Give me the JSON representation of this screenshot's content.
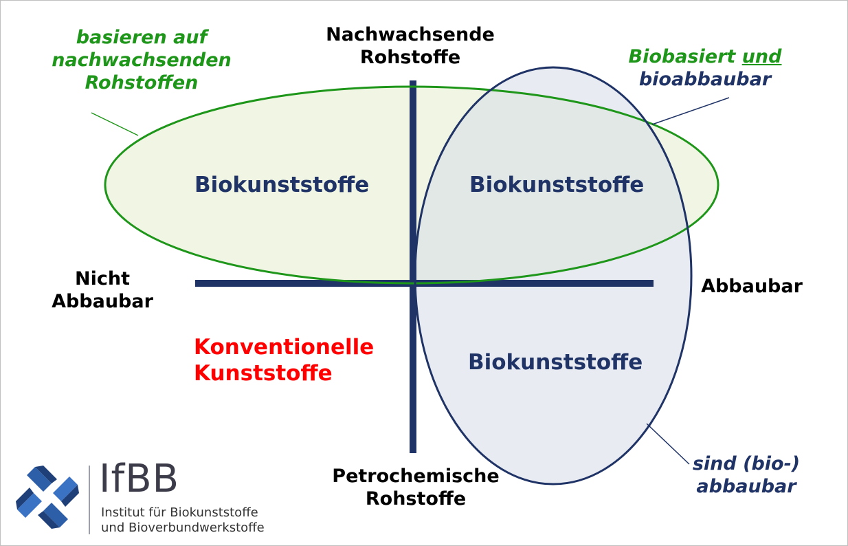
{
  "axes": {
    "top": "Nachwachsende\nRohstoffe",
    "bottom": "Petrochemische\nRohstoffe",
    "left": "Nicht\nAbbaubar",
    "right": "Abbaubar"
  },
  "regions": {
    "biobased": "Biokunststoffe",
    "biobased_degradable": "Biokunststoffe",
    "degradable": "Biokunststoffe",
    "conventional": "Konventionelle\nKunststoffe"
  },
  "notes": {
    "renewable": "basieren auf\nnachwachsenden\nRohstoffen",
    "both_part1": "Biobasiert ",
    "both_part2": "und",
    "both_part3": "bioabbaubar",
    "degradable": "sind (bio-)\nabbaubar"
  },
  "logo": {
    "abbr": "IfBB",
    "line1": "Institut für Biokunststoffe",
    "line2": "und Bioverbundwerkstoffe"
  },
  "colors": {
    "axis": "#1f3366",
    "green": "#1e9619",
    "navy": "#1f3366",
    "red": "#ff0000",
    "green_fill": "#f1f6e4",
    "blue_fill": "#e6ebf1"
  }
}
